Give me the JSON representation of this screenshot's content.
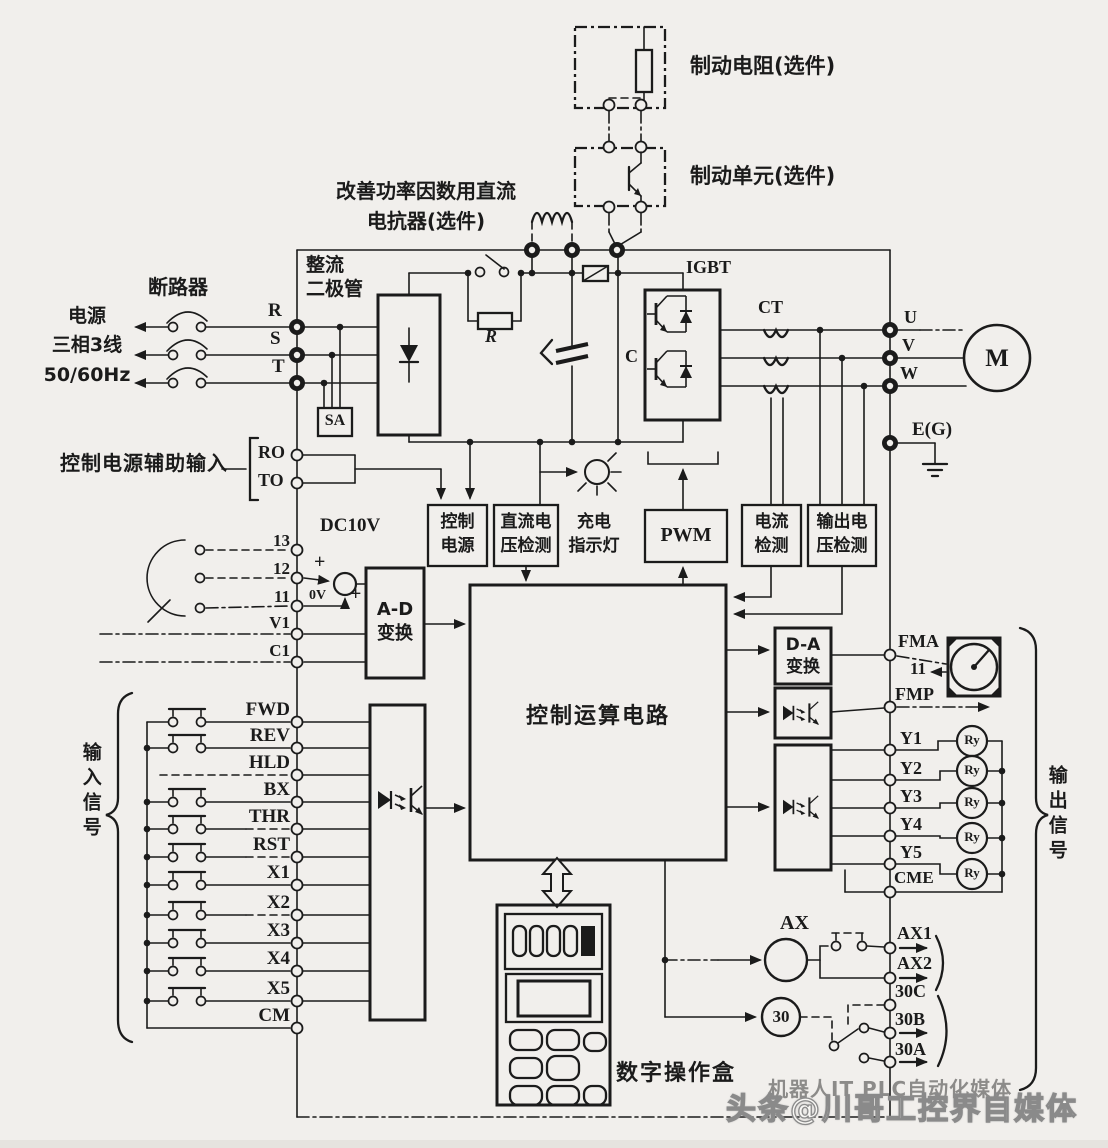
{
  "options": {
    "brake_resistor": "制动电阻(选件)",
    "brake_unit": "制动单元(选件)",
    "dc_reactor": "改善功率因数用直流\n电抗器(选件)"
  },
  "power": {
    "source": "电源\n三相3线\n50/60Hz",
    "breaker": "断路器",
    "r": "R",
    "s": "S",
    "t": "T",
    "sa": "SA",
    "aux_label": "控制电源辅助输入",
    "ro": "RO",
    "to": "TO"
  },
  "main": {
    "rectifier": "整流\n二极管",
    "igbt": "IGBT",
    "ct": "CT",
    "precharge_r": "R",
    "cap": "C",
    "control": "控制运算电路",
    "pwm": "PWM",
    "ctrl_power": "控制\n电源",
    "dc_detect": "直流电\n压检测",
    "charge_lamp": "充电\n指示灯",
    "cur_detect": "电流\n检测",
    "outv_detect": "输出电\n压检测",
    "ad": "A-D\n变换",
    "da": "D-A\n变换"
  },
  "analog": {
    "dc10v": "DC10V",
    "t13": "13",
    "t12": "12",
    "t11": "11",
    "v1": "V1",
    "c1": "C1",
    "plus_top": "+",
    "plus_mid": "+",
    "zero_v": "0V"
  },
  "inputs": {
    "group": "输入信号",
    "rows": [
      "FWD",
      "REV",
      "HLD",
      "BX",
      "THR",
      "RST",
      "X1",
      "X2",
      "X3",
      "X4",
      "X5",
      "CM"
    ]
  },
  "outputs": {
    "group": "输出信号",
    "u": "U",
    "v": "V",
    "w": "W",
    "eg": "E(G)",
    "motor": "M",
    "fma": "FMA",
    "fmp": "FMP",
    "meter_common": "11",
    "y": [
      "Y1",
      "Y2",
      "Y3",
      "Y4",
      "Y5",
      "CME"
    ],
    "ry": "Ry",
    "ax": "AX",
    "relay30": "30",
    "ax1": "AX1",
    "ax2": "AX2",
    "c30": [
      "30C",
      "30B",
      "30A"
    ]
  },
  "keypad": {
    "label": "数字操作盒"
  },
  "watermark": {
    "back": "机器人IT PLC自动化媒体",
    "front": "头条@川哥工控界自媒体"
  }
}
